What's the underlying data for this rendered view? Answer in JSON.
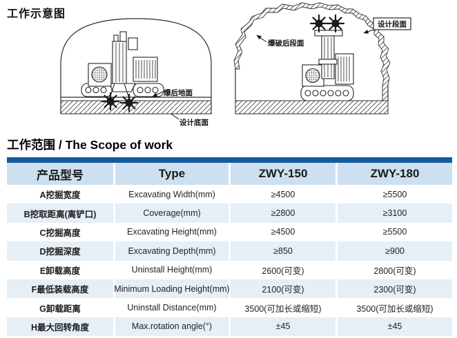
{
  "schematic": {
    "title": "工作示意图",
    "left_diagram": {
      "ground_label": "爆后地面",
      "bottom_label": "设计底面"
    },
    "right_diagram": {
      "blasted_label": "爆破后段面",
      "design_label": "设计段面"
    }
  },
  "scope": {
    "title": "工作范围 / The Scope of work",
    "table": {
      "columns": [
        "产品型号",
        "Type",
        "ZWY-150",
        "ZWY-180"
      ],
      "rows": [
        [
          "A挖掘宽度",
          "Excavating Width(mm)",
          "≥4500",
          "≥5500"
        ],
        [
          "B挖取距离(离铲口)",
          "Coverage(mm)",
          "≥2800",
          "≥3100"
        ],
        [
          "C挖掘高度",
          "Excavating Height(mm)",
          "≥4500",
          "≥5500"
        ],
        [
          "D挖掘深度",
          "Excavating Depth(mm)",
          "≥850",
          "≥900"
        ],
        [
          "E卸载高度",
          "Uninstall Height(mm)",
          "2600(可变)",
          "2800(可变)"
        ],
        [
          "F最低装载高度",
          "Minimum Loading Height(mm)",
          "2100(可变)",
          "2300(可变)"
        ],
        [
          "G卸载距离",
          "Uninstall Distance(mm)",
          "3500(可加长或缩短)",
          "3500(可加长或缩短)"
        ],
        [
          "H最大回转角度",
          "Max.rotation angle(°)",
          "±45",
          "±45"
        ]
      ]
    }
  },
  "colors": {
    "accent": "#135aa0",
    "header_bg": "#cde0f0",
    "row_alt_bg": "#e6eef6"
  }
}
